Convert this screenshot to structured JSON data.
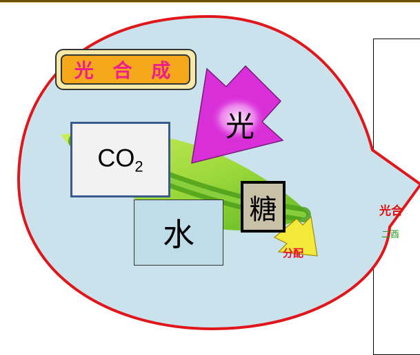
{
  "diagram": {
    "title_badge": {
      "label": "光 合 成"
    },
    "light_arrow": {
      "label": "光"
    },
    "co2_box": {
      "label": "CO",
      "subscript": "2"
    },
    "water_box": {
      "label": "水"
    },
    "sugar_box": {
      "label": "糖"
    },
    "distribute_arrow": {
      "label": "分配"
    }
  },
  "right_panel": {
    "heading_fragment": "光合",
    "line_fragment": "二酉"
  },
  "colors": {
    "bubble_fill": "#c9e2ec",
    "bubble_border": "#e0161b",
    "leaf_light": "#b6e53a",
    "leaf_dark": "#6cc424",
    "light_arrow_fill": "#d92fd9",
    "title_text": "#ee1f8c",
    "title_fill": "#f5a81a",
    "distribute_arrow_fill": "#f4e83a"
  },
  "icons": {
    "bubble": "speech-bubble",
    "leaf": "leaf-icon",
    "light_arrow": "arrow-down-left",
    "distribute_arrow": "arrow-down-right"
  }
}
